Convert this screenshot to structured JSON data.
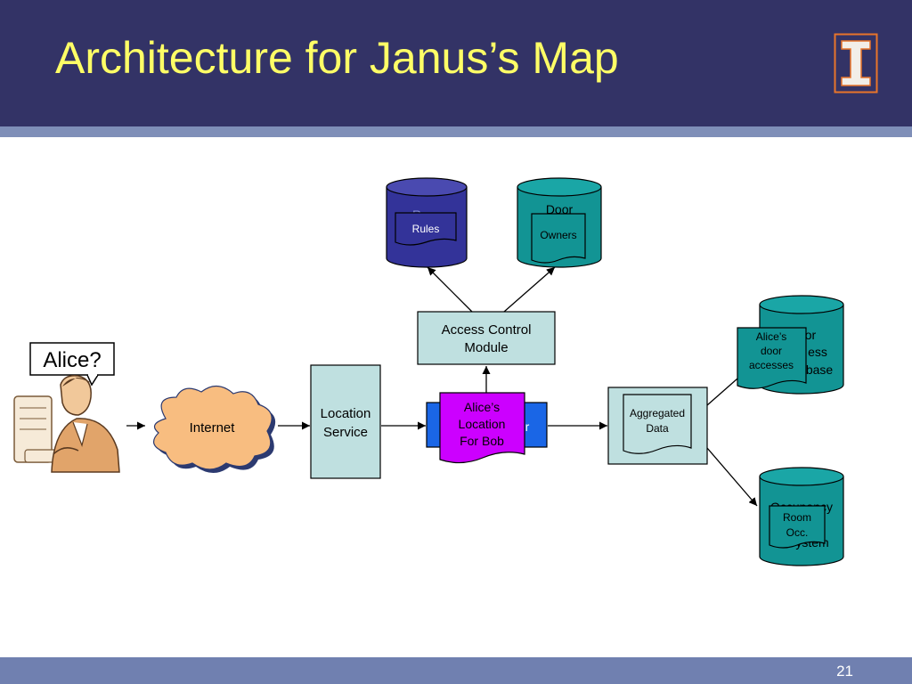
{
  "slide": {
    "title": "Architecture for Janus’s Map",
    "page_number": "21",
    "logo_icon": "university-block-i-icon"
  },
  "colors": {
    "header_bg": "#333366",
    "title_text": "#ffff66",
    "box_fill": "#bfe0e0",
    "teal_db": "#129494",
    "navy_db": "#333399",
    "magenta_doc": "#cc00ff",
    "blue_module": "#1a66e6",
    "cloud_fill": "#f8bd80"
  },
  "diagram": {
    "user_label": "Alice?",
    "user_icon": "person-at-computer-icon",
    "internet_label": "Internet",
    "location_service": {
      "line1": "Location",
      "line2": "Service"
    },
    "access_control": {
      "line1": "Access Control",
      "line2": "Module"
    },
    "location_doc": {
      "line1": "Alice’s",
      "line2": "Location",
      "line3": "For Bob"
    },
    "middle_module_partial": "r",
    "rules_db": {
      "label_partial": "R",
      "doc_label": "Rules"
    },
    "door_db": {
      "label_partial": "Door",
      "doc_label": "Owners"
    },
    "aggregator": {
      "doc_line1": "Aggregated",
      "doc_line2": "Data"
    },
    "door_access_db": {
      "line1_partial": "or",
      "line2_partial": "ess",
      "line3_partial": "base",
      "doc_line1": "Alice’s",
      "doc_line2": "door",
      "doc_line3": "accesses"
    },
    "occupancy_db": {
      "line1": "Occupancy",
      "line2_partial": "ystem",
      "doc_line1": "Room",
      "doc_line2": "Occ."
    }
  }
}
